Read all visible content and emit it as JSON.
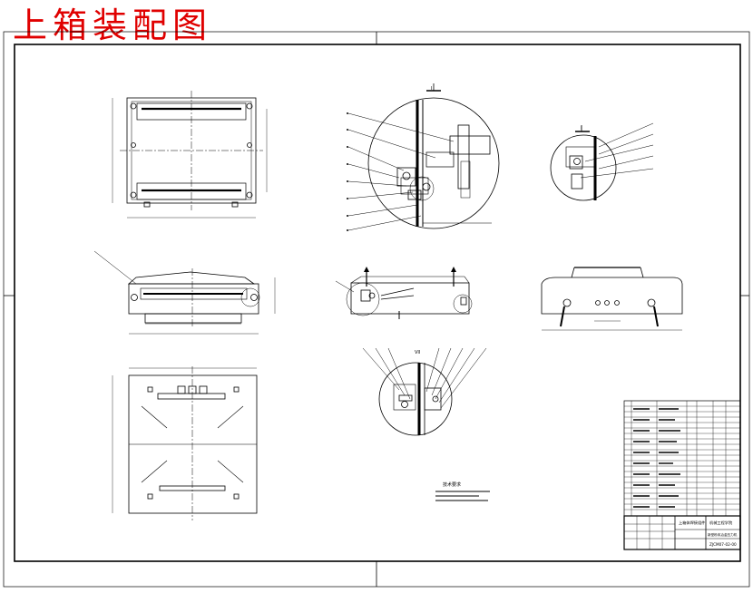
{
  "heading": {
    "text": "上箱装配图",
    "color": "#e00000"
  },
  "views": {
    "detail_top_label": "I",
    "detail_right_label": "I",
    "detail_bottom_label": "VII"
  },
  "notes": {
    "title": "技术要求"
  },
  "title_block": {
    "part_name": "上箱体焊接组件",
    "school": "机械工程学院",
    "project": "新型粉末冶金压力机",
    "drawing_no": "ZJCM07-02-00"
  },
  "colors": {
    "ink": "#000000",
    "heading": "#e00000",
    "paper": "#ffffff"
  }
}
